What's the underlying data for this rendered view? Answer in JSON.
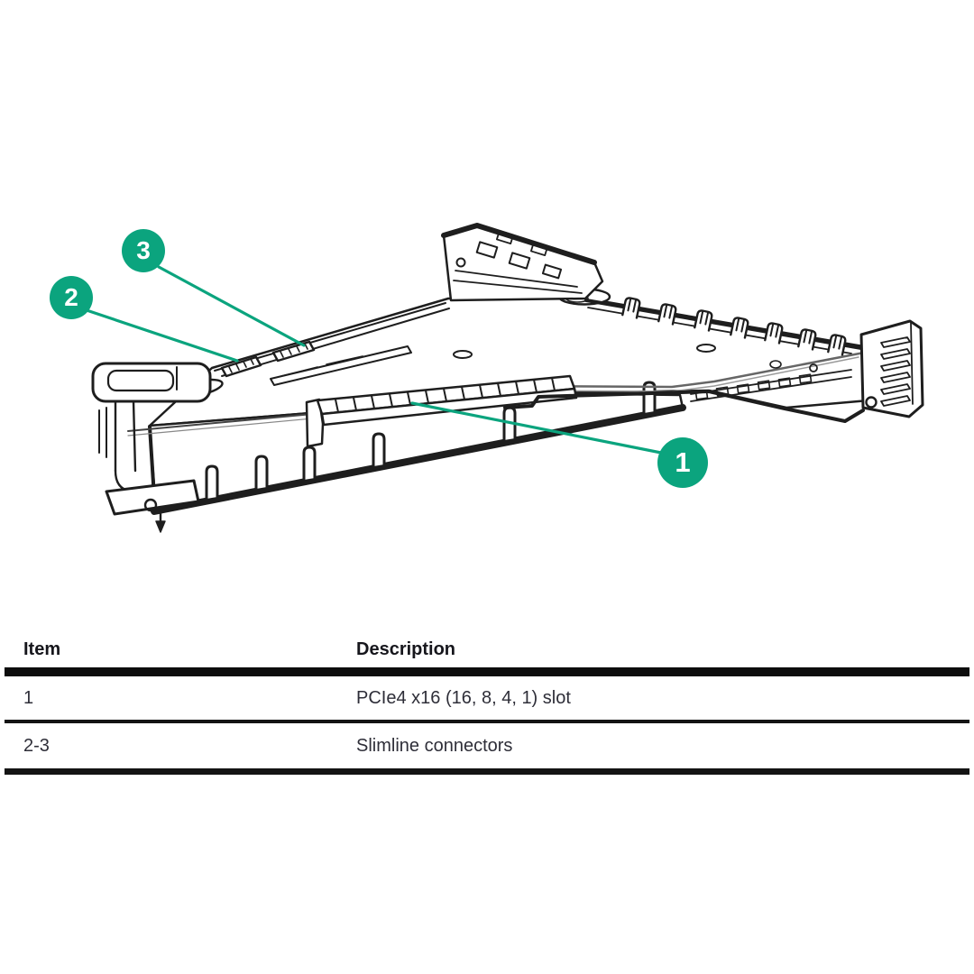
{
  "page": {
    "background": "#ffffff",
    "type": "hardware-parts-diagram"
  },
  "diagram": {
    "subject": "PCIe riser cage assembly (isometric line drawing)",
    "accent_color": "#0BA47E",
    "line_color": "#1e1e1e",
    "callouts": [
      {
        "label": "1",
        "points_to": "PCIe4 x16 slot"
      },
      {
        "label": "2",
        "points_to": "Slimline connector"
      },
      {
        "label": "3",
        "points_to": "Slimline connector"
      }
    ]
  },
  "table": {
    "columns": [
      "Item",
      "Description"
    ],
    "rows": [
      {
        "item": "1",
        "description": "PCIe4 x16 (16, 8, 4, 1) slot"
      },
      {
        "item": "2-3",
        "description": "Slimline connectors"
      }
    ]
  }
}
